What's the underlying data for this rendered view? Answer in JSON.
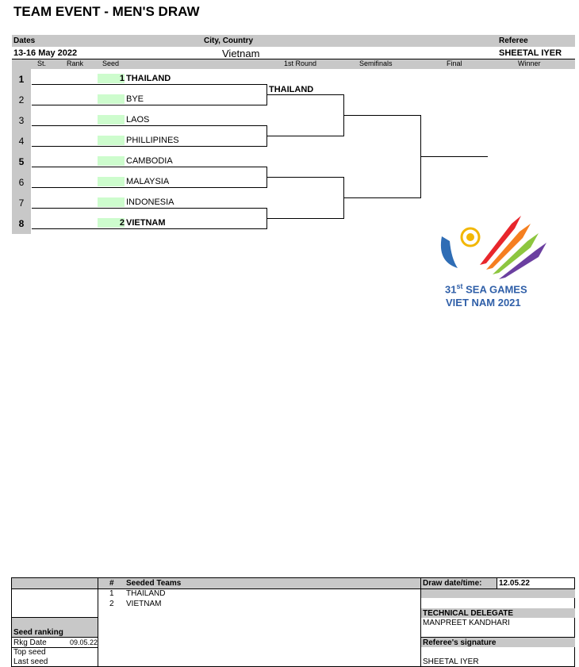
{
  "title": "TEAM EVENT - MEN'S DRAW",
  "info": {
    "dates_label": "Dates",
    "city_label": "City, Country",
    "referee_label": "Referee",
    "dates": "13-16 May 2022",
    "city": "Vietnam",
    "referee": "SHEETAL IYER"
  },
  "columns": {
    "st": "St.",
    "rank": "Rank",
    "seed": "Seed",
    "round1": "1st Round",
    "semis": "Semifinals",
    "final": "Final",
    "winner": "Winner"
  },
  "rows": [
    {
      "num": "1",
      "seed": "1",
      "team": "THAILAND"
    },
    {
      "num": "2",
      "seed": "",
      "team": "BYE"
    },
    {
      "num": "3",
      "seed": "",
      "team": "LAOS"
    },
    {
      "num": "4",
      "seed": "",
      "team": "PHILLIPINES"
    },
    {
      "num": "5",
      "seed": "",
      "team": "CAMBODIA"
    },
    {
      "num": "6",
      "seed": "",
      "team": "MALAYSIA"
    },
    {
      "num": "7",
      "seed": "",
      "team": "INDONESIA"
    },
    {
      "num": "8",
      "seed": "2",
      "team": "VIETNAM"
    }
  ],
  "round1_results": [
    "THAILAND",
    "",
    "",
    ""
  ],
  "logo": {
    "line1_num": "31",
    "line1_sup": "st",
    "line1_text": " SEA GAMES",
    "line2": "VIET NAM 2021",
    "colors": [
      "#e8262c",
      "#f57f20",
      "#8dc63f",
      "#6b3fa0",
      "#2f6db5",
      "#f2b705"
    ]
  },
  "footer": {
    "hash": "#",
    "seeded_teams_label": "Seeded Teams",
    "seeded": [
      {
        "n": "1",
        "team": "THAILAND"
      },
      {
        "n": "2",
        "team": "VIETNAM"
      }
    ],
    "seed_ranking_label": "Seed ranking",
    "rkg_date_label": "Rkg Date",
    "rkg_date": "09.05.22",
    "top_seed_label": "Top seed",
    "last_seed_label": "Last seed",
    "draw_date_label": "Draw date/time:",
    "draw_date": "12.05.22",
    "technical_delegate_label": "TECHNICAL DELEGATE",
    "technical_delegate": "MANPREET KANDHARI",
    "referee_sig_label": "Referee's signature",
    "referee_sig": "SHEETAL IYER"
  }
}
